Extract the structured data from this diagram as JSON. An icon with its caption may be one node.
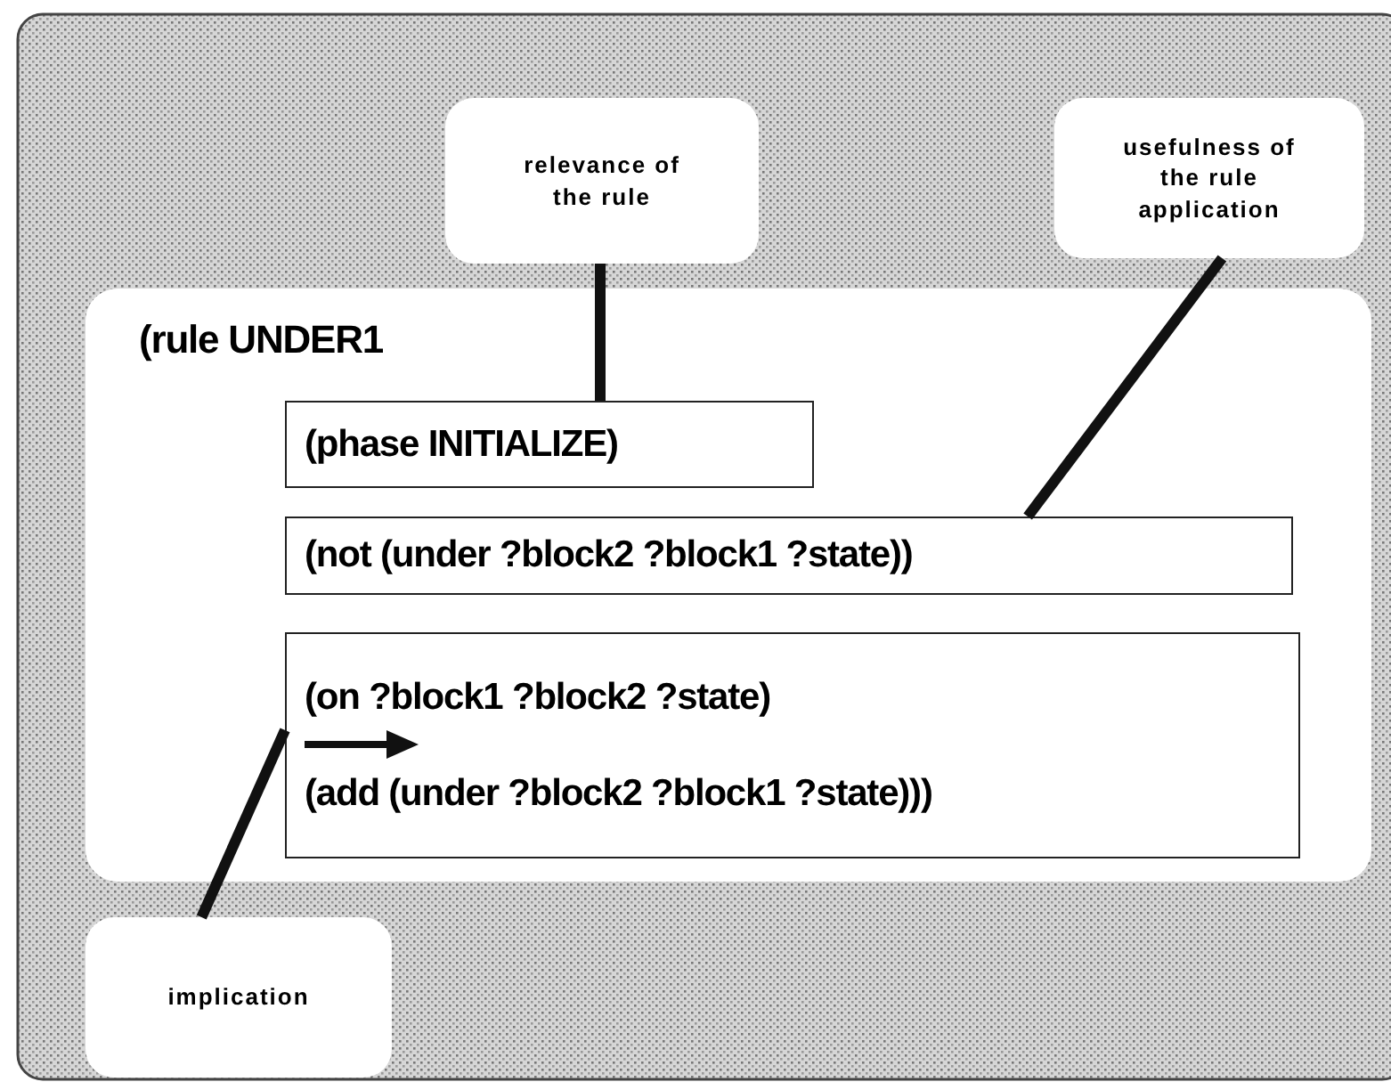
{
  "diagram": {
    "nodes": [
      {
        "text": [
          "relevance of the rule"
        ]
      },
      {
        "text": [
          "usefulness of the rule application"
        ]
      },
      {
        "text": [
          "(rule UNDER1"
        ]
      },
      {
        "text": [
          "(phase INITIALIZE)"
        ],
        "in": 2
      },
      {
        "text": [
          "(not (under ?block2 ?block1 ?state))"
        ],
        "in": 2
      },
      {
        "text": [
          "(on ?block1 ?block2 ?state)",
          "(add (under ?block2 ?block1 ?state)))"
        ],
        "in": 2
      },
      {
        "text": [
          "implication"
        ]
      }
    ],
    "edges": [
      {
        "from": 0,
        "to": 3,
        "arrow": "none"
      },
      {
        "from": 1,
        "to": 4,
        "arrow": "none"
      },
      {
        "from": 6,
        "to": 5,
        "arrow": "none"
      }
    ]
  }
}
